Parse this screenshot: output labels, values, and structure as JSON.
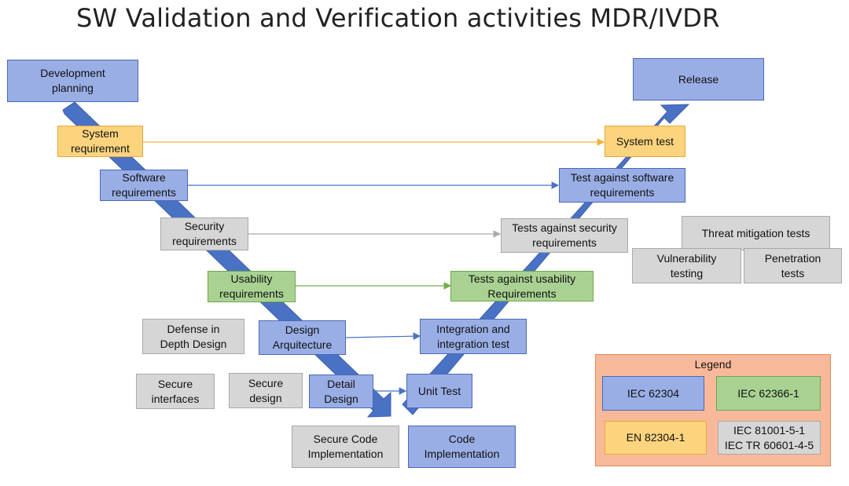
{
  "title": "SW Validation and Verification activities MDR/IVDR",
  "colors": {
    "iec62304_blue": "#9aaee6",
    "iec62366_green": "#a9d292",
    "en82304_yellow": "#fdd47e",
    "iec81001_grey": "#d6d6d6",
    "v_arrow": "#4a72c4",
    "legend_bg": "#f8b99b"
  },
  "boxes": {
    "development_planning": "Development\nplanning",
    "system_requirement": "System\nrequirement",
    "software_requirements": "Software\nrequirements",
    "security_requirements": "Security\nrequirements",
    "usability_requirements": "Usability\nrequirements",
    "design_arquitecture": "Design\nArquitecture",
    "detail_design": "Detail\nDesign",
    "defense_in_depth": "Defense in\nDepth Design",
    "secure_interfaces": "Secure\ninterfaces",
    "secure_design": "Secure\ndesign",
    "secure_code_implementation": "Secure Code\nImplementation",
    "code_implementation": "Code\nImplementation",
    "unit_test": "Unit Test",
    "integration_test": "Integration and\nintegration test",
    "tests_usability": "Tests against usability\nRequirements",
    "tests_security": "Tests against security\nrequirements",
    "test_software": "Test against software\nrequirements",
    "system_test": "System test",
    "release": "Release",
    "threat_mitigation_tests": "Threat mitigation tests",
    "vulnerability_testing": "Vulnerability\ntesting",
    "penetration_tests": "Penetration\ntests"
  },
  "legend": {
    "title": "Legend",
    "iec62304": "IEC 62304",
    "iec62366": "IEC 62366-1",
    "en82304": "EN 82304-1",
    "iec81001": "IEC 81001-5-1\nIEC TR 60601-4-5"
  }
}
